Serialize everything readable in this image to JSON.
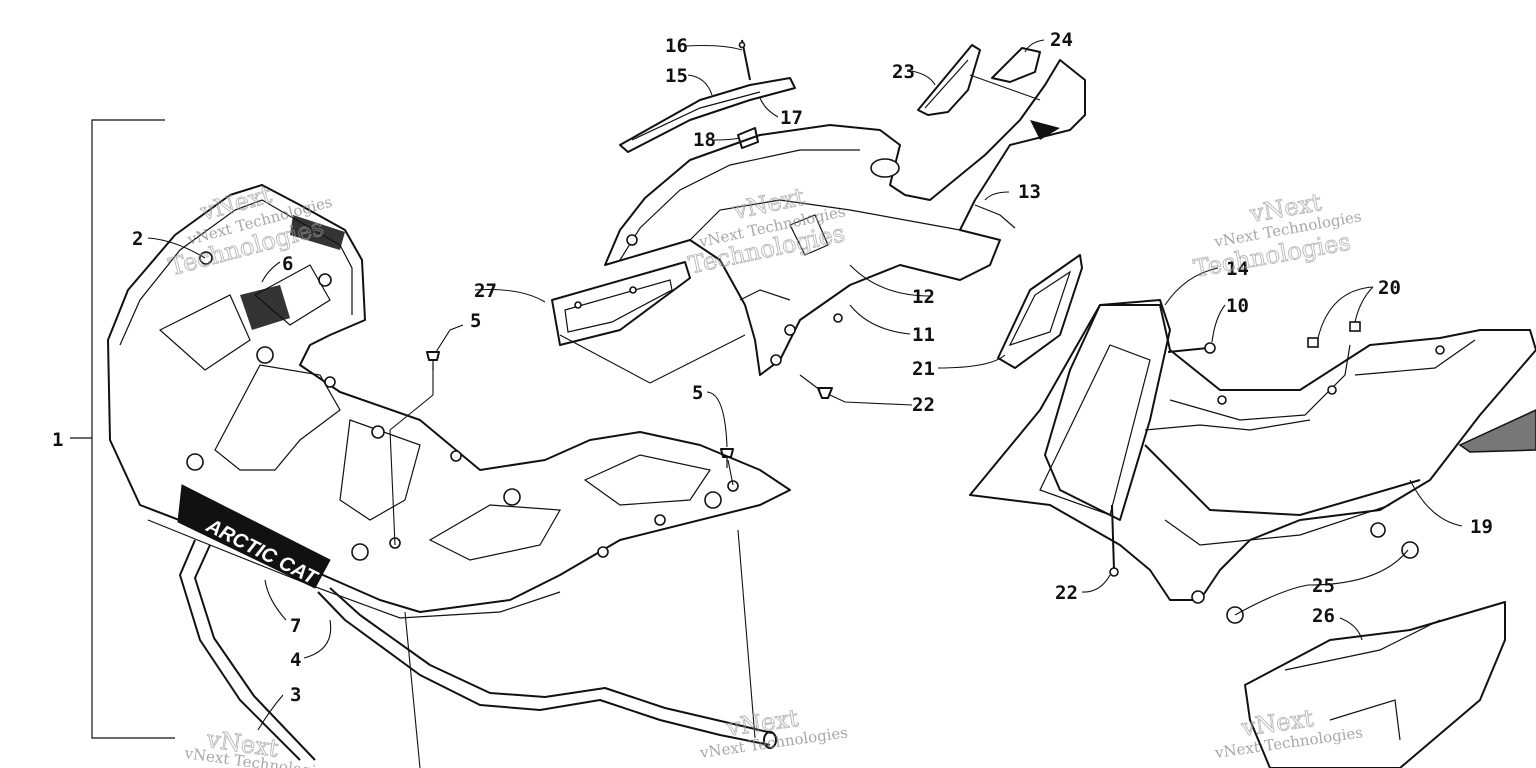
{
  "brand_decal": "ARCTIC CAT",
  "callouts": [
    "1",
    "2",
    "3",
    "4",
    "5",
    "5",
    "6",
    "7",
    "10",
    "11",
    "12",
    "13",
    "14",
    "15",
    "16",
    "17",
    "18",
    "19",
    "20",
    "21",
    "22",
    "22",
    "23",
    "24",
    "25",
    "26",
    "27"
  ],
  "watermarks": {
    "line1": "vNext",
    "line2": "vNext Technologies",
    "line3": "Technologies"
  }
}
